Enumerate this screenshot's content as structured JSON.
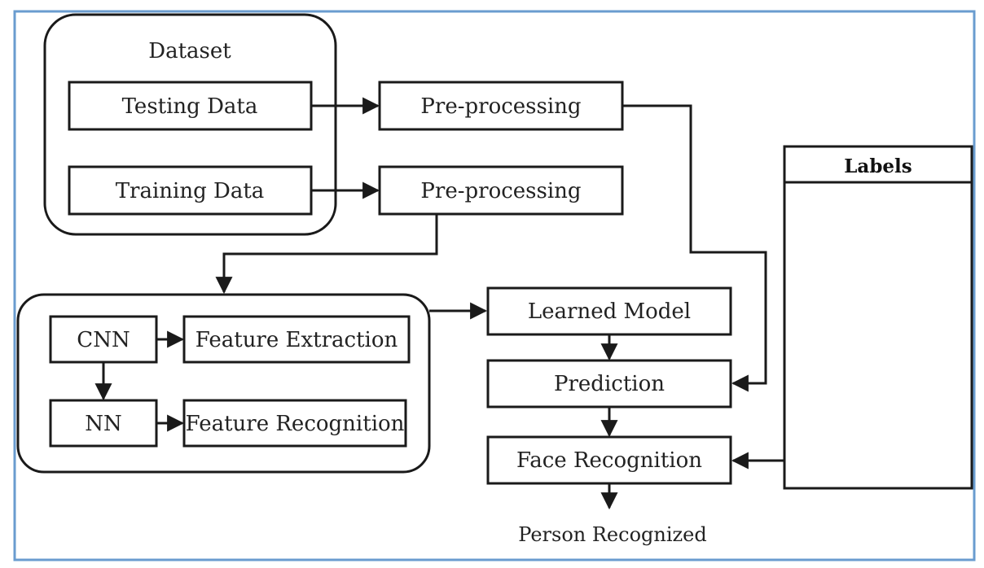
{
  "colors": {
    "frame_border": "#6a9ccf",
    "stroke": "#1a1a1a",
    "text": "#222222",
    "background": "#ffffff"
  },
  "dataset": {
    "title": "Dataset",
    "testing": "Testing Data",
    "training": "Training Data"
  },
  "preprocessing": {
    "top": "Pre-processing",
    "bottom": "Pre-processing"
  },
  "network": {
    "cnn": "CNN",
    "nn": "NN",
    "feature_extraction": "Feature Extraction",
    "feature_recognition": "Feature Recognition"
  },
  "pipeline": {
    "learned_model": "Learned Model",
    "prediction": "Prediction",
    "face_recognition": "Face Recognition",
    "output": "Person Recognized"
  },
  "labels": {
    "header": "Labels"
  }
}
